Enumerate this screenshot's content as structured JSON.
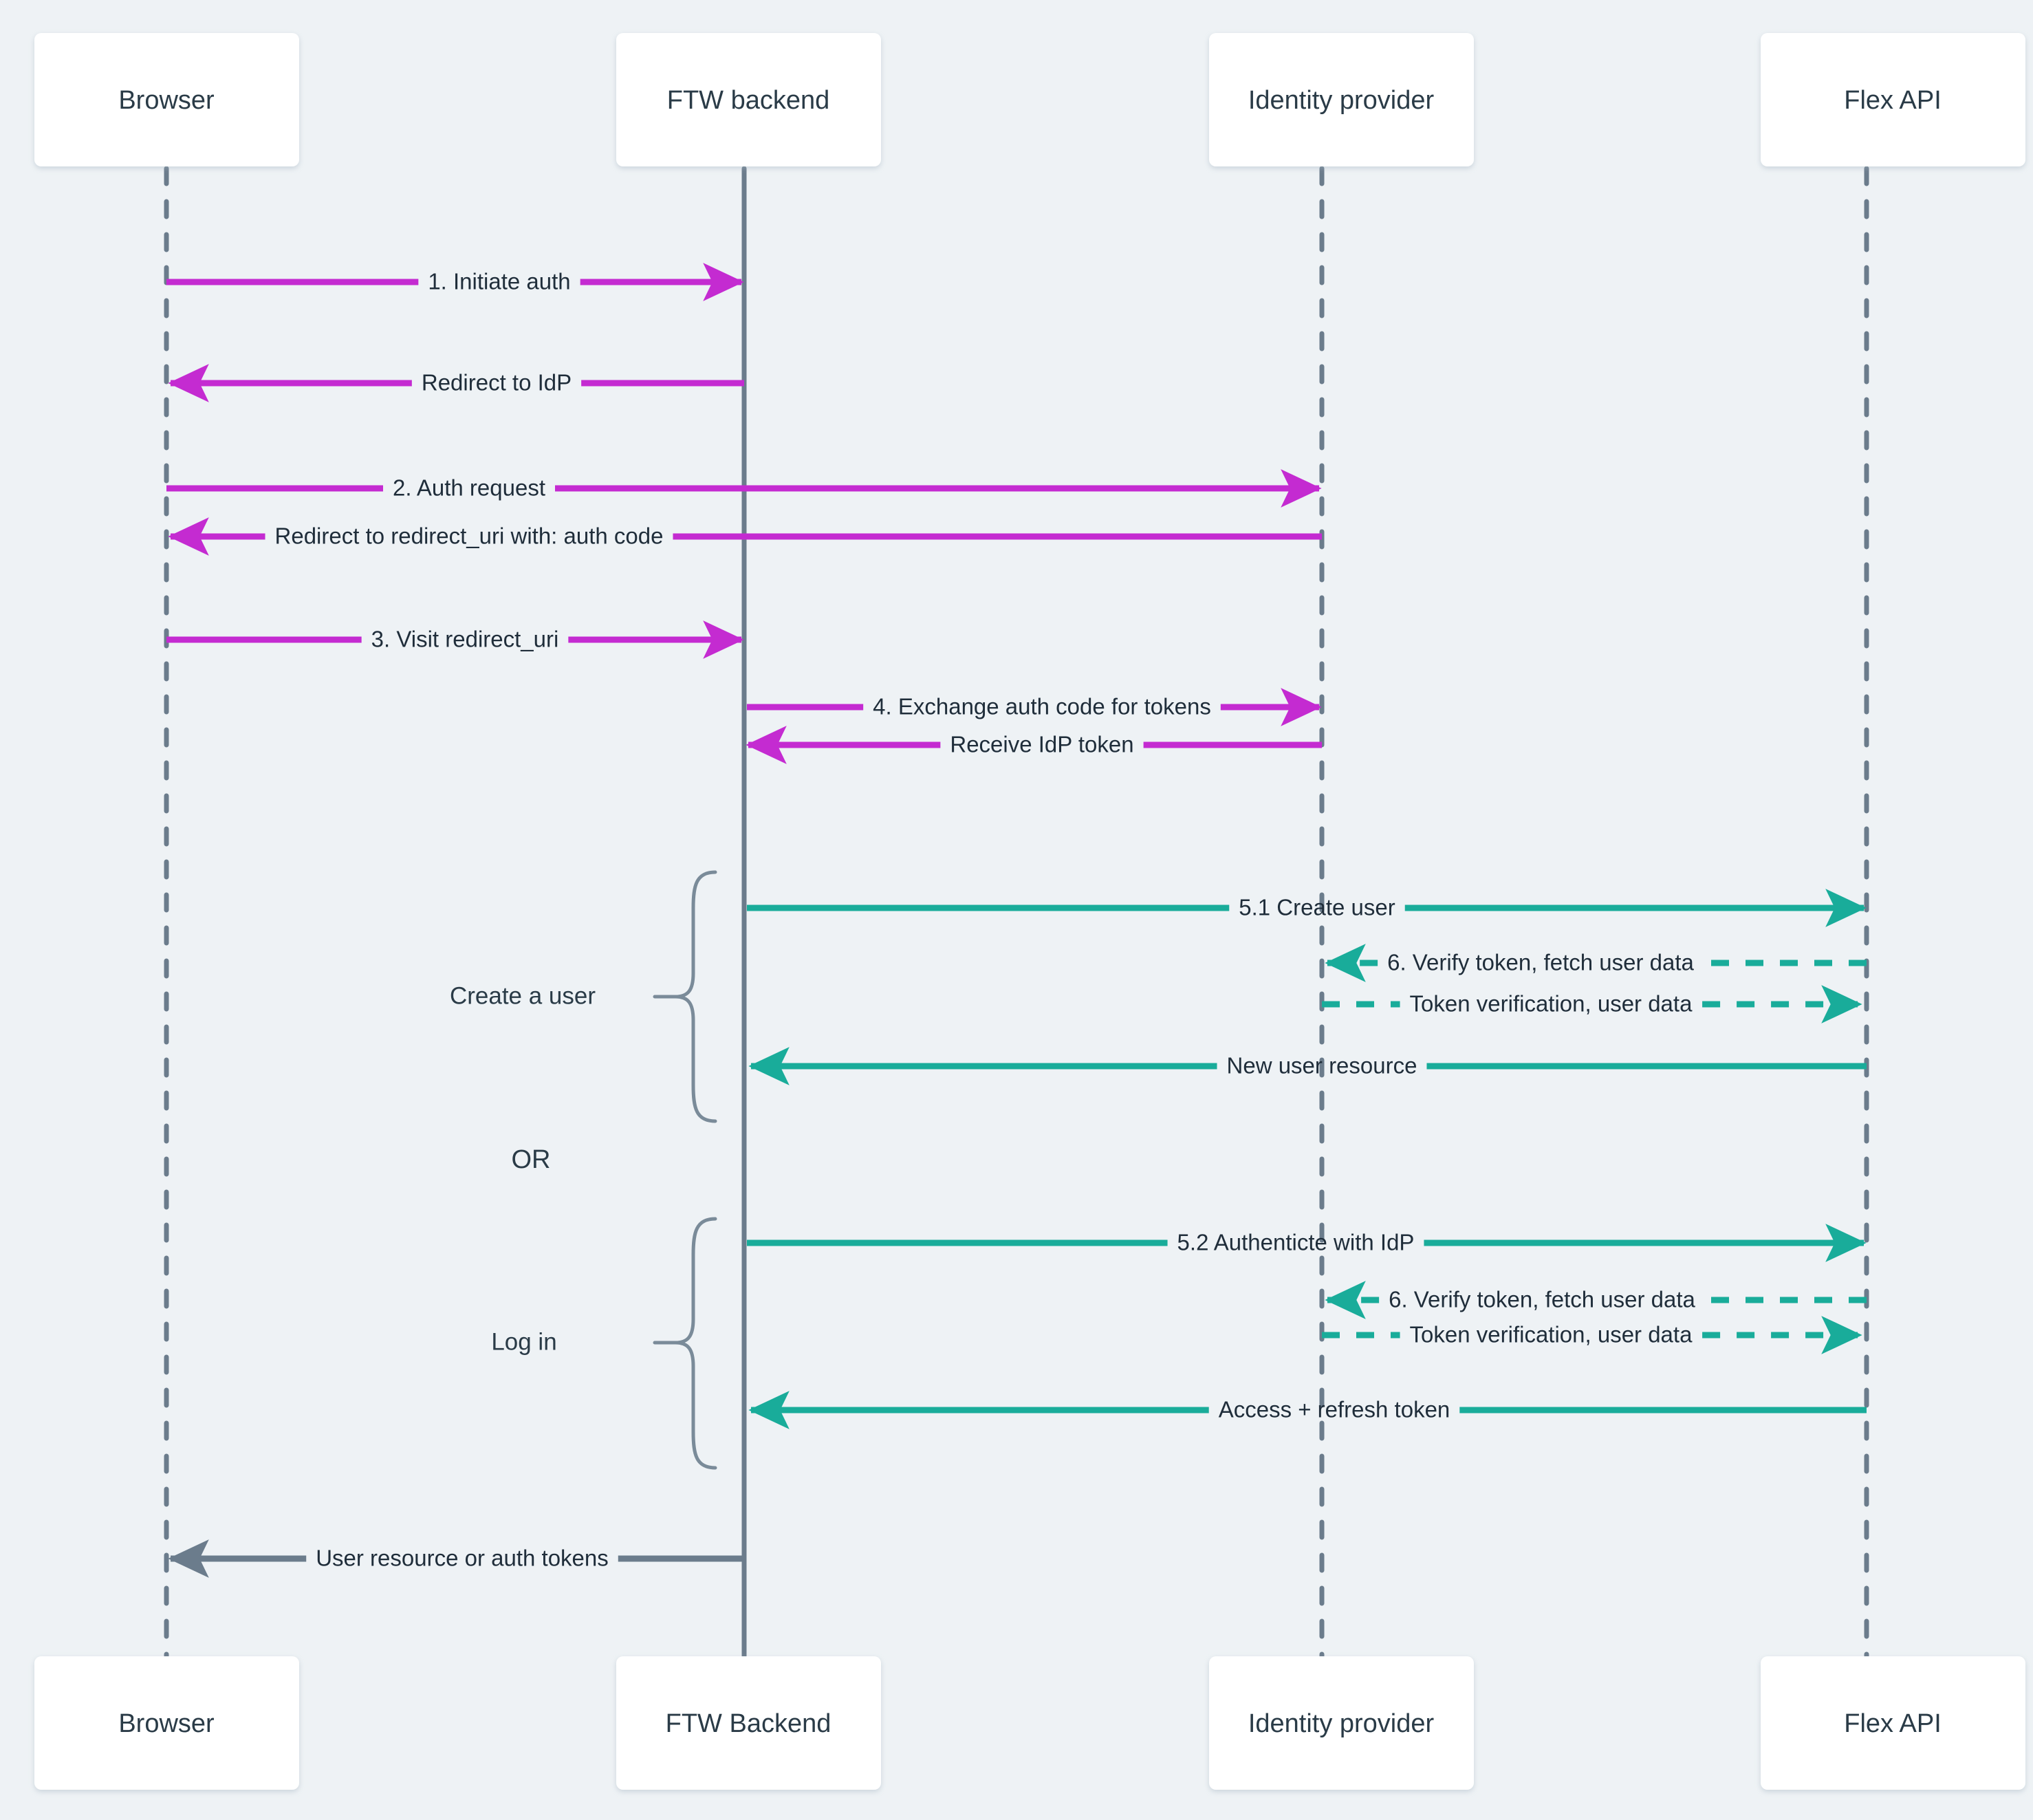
{
  "diagram": {
    "title": "FTW Identity Provider authentication sequence",
    "type": "sequence-diagram",
    "background_color": "#eef2f5",
    "colors": {
      "magenta": "#c42bd1",
      "teal": "#19ac9a",
      "slate": "#6b7c8c",
      "text": "#1f2d3a",
      "box_fill": "#ffffff"
    },
    "participants_top": [
      {
        "id": "browser",
        "label": "Browser"
      },
      {
        "id": "ftw",
        "label": "FTW backend"
      },
      {
        "id": "idp",
        "label": "Identity provider"
      },
      {
        "id": "flex",
        "label": "Flex API"
      }
    ],
    "participants_bottom": [
      {
        "id": "browser",
        "label": "Browser"
      },
      {
        "id": "ftw",
        "label": "FTW Backend"
      },
      {
        "id": "idp",
        "label": "Identity provider"
      },
      {
        "id": "flex",
        "label": "Flex API"
      }
    ],
    "groups": [
      {
        "id": "create-a-user",
        "label": "Create a user"
      },
      {
        "id": "log-in",
        "label": "Log in"
      }
    ],
    "separators": [
      {
        "id": "or",
        "label": "OR"
      }
    ],
    "messages": [
      {
        "id": "m1",
        "label": "1. Initiate auth",
        "from": "browser",
        "to": "ftw",
        "color": "magenta",
        "style": "solid",
        "direction": "right"
      },
      {
        "id": "m2",
        "label": "Redirect to IdP",
        "from": "ftw",
        "to": "browser",
        "color": "magenta",
        "style": "solid",
        "direction": "left"
      },
      {
        "id": "m3",
        "label": "2. Auth request",
        "from": "browser",
        "to": "idp",
        "color": "magenta",
        "style": "solid",
        "direction": "right"
      },
      {
        "id": "m4",
        "label": "Redirect to redirect_uri with: auth code",
        "from": "idp",
        "to": "browser",
        "color": "magenta",
        "style": "solid",
        "direction": "left"
      },
      {
        "id": "m5",
        "label": "3. Visit redirect_uri",
        "from": "browser",
        "to": "ftw",
        "color": "magenta",
        "style": "solid",
        "direction": "right"
      },
      {
        "id": "m6",
        "label": "4. Exchange auth code for tokens",
        "from": "ftw",
        "to": "idp",
        "color": "magenta",
        "style": "solid",
        "direction": "right"
      },
      {
        "id": "m7",
        "label": "Receive IdP token",
        "from": "idp",
        "to": "ftw",
        "color": "magenta",
        "style": "solid",
        "direction": "left"
      },
      {
        "id": "m8",
        "label": "5.1 Create user",
        "from": "ftw",
        "to": "flex",
        "color": "teal",
        "style": "solid",
        "direction": "right"
      },
      {
        "id": "m9",
        "label": "6. Verify token, fetch user data",
        "from": "flex",
        "to": "idp",
        "color": "teal",
        "style": "dashed",
        "direction": "left"
      },
      {
        "id": "m10",
        "label": "Token verification, user data",
        "from": "idp",
        "to": "flex",
        "color": "teal",
        "style": "dashed",
        "direction": "right"
      },
      {
        "id": "m11",
        "label": "New user resource",
        "from": "flex",
        "to": "ftw",
        "color": "teal",
        "style": "solid",
        "direction": "left"
      },
      {
        "id": "m12",
        "label": "5.2 Authenticte with IdP",
        "from": "ftw",
        "to": "flex",
        "color": "teal",
        "style": "solid",
        "direction": "right"
      },
      {
        "id": "m13",
        "label": "6. Verify token, fetch user data",
        "from": "flex",
        "to": "idp",
        "color": "teal",
        "style": "dashed",
        "direction": "left"
      },
      {
        "id": "m14",
        "label": "Token verification, user data",
        "from": "idp",
        "to": "flex",
        "color": "teal",
        "style": "dashed",
        "direction": "right"
      },
      {
        "id": "m15",
        "label": "Access + refresh token",
        "from": "flex",
        "to": "ftw",
        "color": "teal",
        "style": "solid",
        "direction": "left"
      },
      {
        "id": "m16",
        "label": "User resource or auth tokens",
        "from": "ftw",
        "to": "browser",
        "color": "slate",
        "style": "solid",
        "direction": "left"
      }
    ]
  }
}
